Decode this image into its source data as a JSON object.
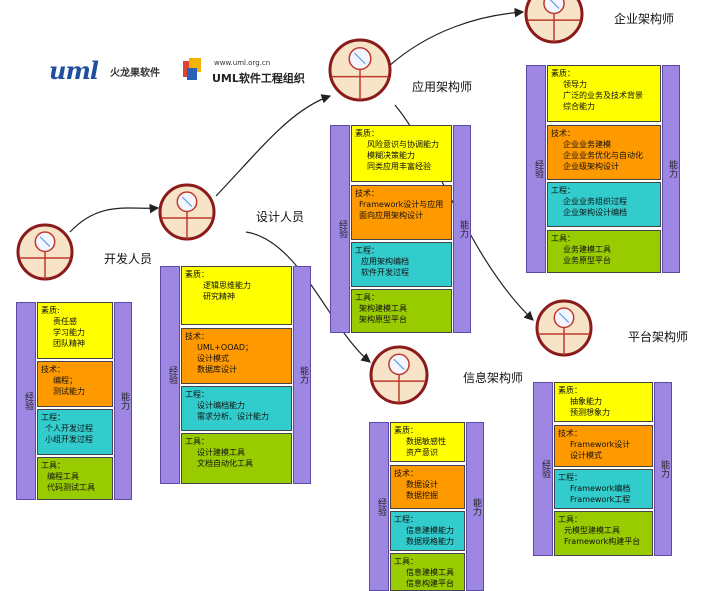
{
  "logos": {
    "uml": "uml",
    "uml_subtitle": "火龙果软件",
    "org_url": "www.uml.org.cn",
    "org_name": "UML软件工程组织"
  },
  "colors": {
    "ring": "#8b1a1a",
    "face": "#f6e3c8",
    "stick": "#c0392b",
    "side": "#9d87e3",
    "quality": "#ffff00",
    "tech": "#ff9900",
    "engineering": "#33cccc",
    "tools": "#99cc00"
  },
  "roles": [
    {
      "name": "开发人员",
      "left_label": "经验",
      "right_label": "能力",
      "quality": {
        "title": "素质:",
        "lines": [
          "责任感",
          "学习能力",
          "团队精神"
        ]
      },
      "tech": {
        "title": "技术：",
        "lines": [
          "编程；",
          "测试能力"
        ]
      },
      "engineering": {
        "title": "工程：",
        "lines": [
          "个人开发过程",
          "小组开发过程"
        ]
      },
      "tools": {
        "title": "工具：",
        "lines": [
          "编程工具",
          "代码测试工具"
        ]
      }
    },
    {
      "name": "设计人员",
      "left_label": "经验",
      "right_label": "能力",
      "quality": {
        "title": "素质：",
        "lines": [
          "逻辑思维能力",
          "研究精神"
        ]
      },
      "tech": {
        "title": "技术：",
        "lines": [
          "UML+OOAD；",
          "设计模式",
          "数据库设计"
        ]
      },
      "engineering": {
        "title": "工程：",
        "lines": [
          "设计编档能力",
          "需求分析、设计能力"
        ]
      },
      "tools": {
        "title": "工具：",
        "lines": [
          "设计建模工具",
          "文档自动化工具"
        ]
      }
    },
    {
      "name": "应用架构师",
      "left_label": "经验",
      "right_label": "能力",
      "quality": {
        "title": "素质：",
        "lines": [
          "风险意识与协调能力",
          "模糊决策能力",
          "同类应用丰富经验"
        ]
      },
      "tech": {
        "title": "技术：",
        "lines": [
          "Framework设计与应用",
          "面向应用架构设计"
        ]
      },
      "engineering": {
        "title": "工程：",
        "lines": [
          "应用架构编档",
          "软件开发过程"
        ]
      },
      "tools": {
        "title": "工具：",
        "lines": [
          "架构建模工具",
          "架构原型平台"
        ]
      }
    },
    {
      "name": "企业架构师",
      "left_label": "经验",
      "right_label": "能力",
      "quality": {
        "title": "素质：",
        "lines": [
          "领导力",
          "广泛的业务及技术背景",
          "综合能力"
        ]
      },
      "tech": {
        "title": "技术：",
        "lines": [
          "企业业务建模",
          "企业业务优化与自动化",
          "企业级架构设计"
        ]
      },
      "engineering": {
        "title": "工程：",
        "lines": [
          "企业业务组织过程",
          "企业架构设计编档"
        ]
      },
      "tools": {
        "title": "工具：",
        "lines": [
          "业务建模工具",
          "业务原型平台"
        ]
      }
    },
    {
      "name": "信息架构师",
      "left_label": "经验",
      "right_label": "能力",
      "quality": {
        "title": "素质：",
        "lines": [
          "数据敏感性",
          "资产意识"
        ]
      },
      "tech": {
        "title": "技术：",
        "lines": [
          "数据设计",
          "数据挖掘"
        ]
      },
      "engineering": {
        "title": "工程：",
        "lines": [
          "信息建模能力",
          "数据规格能力"
        ]
      },
      "tools": {
        "title": "工具：",
        "lines": [
          "信息建模工具",
          "信息构建平台"
        ]
      }
    },
    {
      "name": "平台架构师",
      "left_label": "经验",
      "right_label": "能力",
      "quality": {
        "title": "素质：",
        "lines": [
          "抽象能力",
          "预测想象力"
        ]
      },
      "tech": {
        "title": "技术：",
        "lines": [
          "Framework设计",
          "设计模式"
        ]
      },
      "engineering": {
        "title": "工程：",
        "lines": [
          "Framework编档",
          "Framework工程"
        ]
      },
      "tools": {
        "title": "工具：",
        "lines": [
          "元模型建模工具",
          "Framework构建平台"
        ]
      }
    }
  ]
}
